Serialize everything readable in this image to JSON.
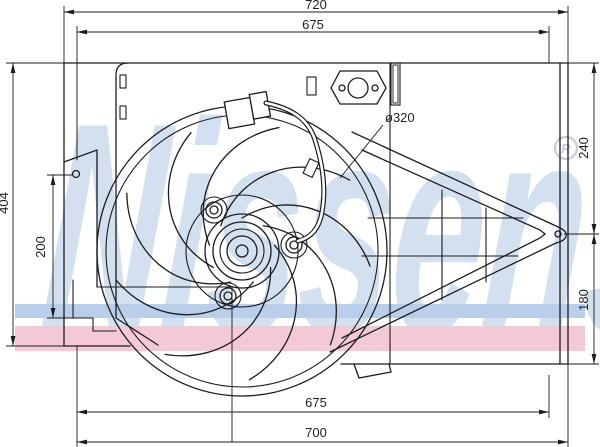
{
  "drawing": {
    "watermark": "Nissens",
    "registered_mark": "R",
    "colors": {
      "stripe_blue": "#b9cfe9",
      "stripe_pink": "#f3c9d5",
      "watermark_blue": "#d3e0f0",
      "line": "#1c1c1c"
    },
    "dimensions": {
      "top_width": "720",
      "top_inner_width": "675",
      "left_height": "404",
      "left_inner_height": "200",
      "right_upper_height": "240",
      "right_lower_height": "180",
      "bottom_inner_width": "675",
      "bottom_width": "700",
      "fan_diameter": "ø320"
    }
  }
}
